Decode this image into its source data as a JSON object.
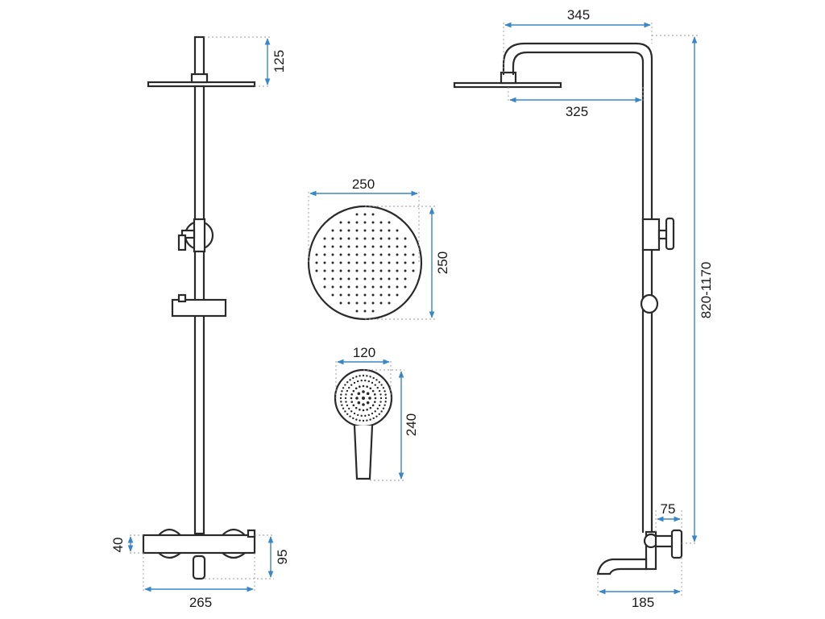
{
  "dimensions": {
    "front_head_height": "125",
    "front_body_height": "40",
    "front_body_depth": "95",
    "front_width": "265",
    "head_diameter_w": "250",
    "head_diameter_h": "250",
    "hand_head_width": "120",
    "hand_length": "240",
    "arm_length_outer": "345",
    "arm_length_inner": "325",
    "height_range": "820-1170",
    "side_offset": "75",
    "spout_length": "185"
  },
  "colors": {
    "drawing": "#2a2a2a",
    "dimension_line": "#3a86c8",
    "extension_line": "#9a9a9a"
  }
}
